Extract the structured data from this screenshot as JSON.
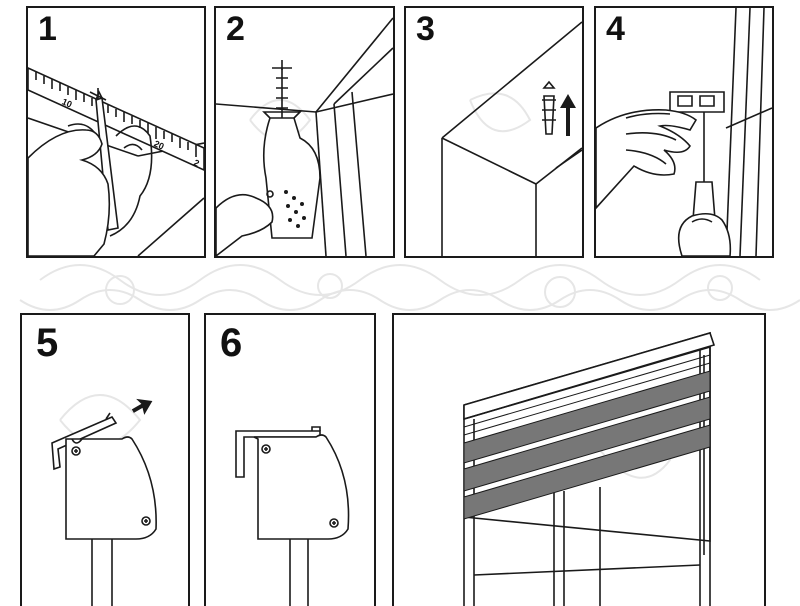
{
  "steps": [
    {
      "label": "1",
      "tool": "pencil-ruler"
    },
    {
      "label": "2",
      "tool": "drill"
    },
    {
      "label": "3",
      "tool": "wall-plug"
    },
    {
      "label": "4",
      "tool": "screwdriver"
    },
    {
      "label": "5",
      "tool": "bracket-clip"
    },
    {
      "label": "6",
      "tool": "bracket-locked"
    }
  ],
  "ruler": {
    "ticks": [
      "10",
      "20",
      "2"
    ]
  },
  "colors": {
    "line": "#1a1a1a",
    "blind_band": "#777777",
    "pattern": "#e6e6e6"
  }
}
